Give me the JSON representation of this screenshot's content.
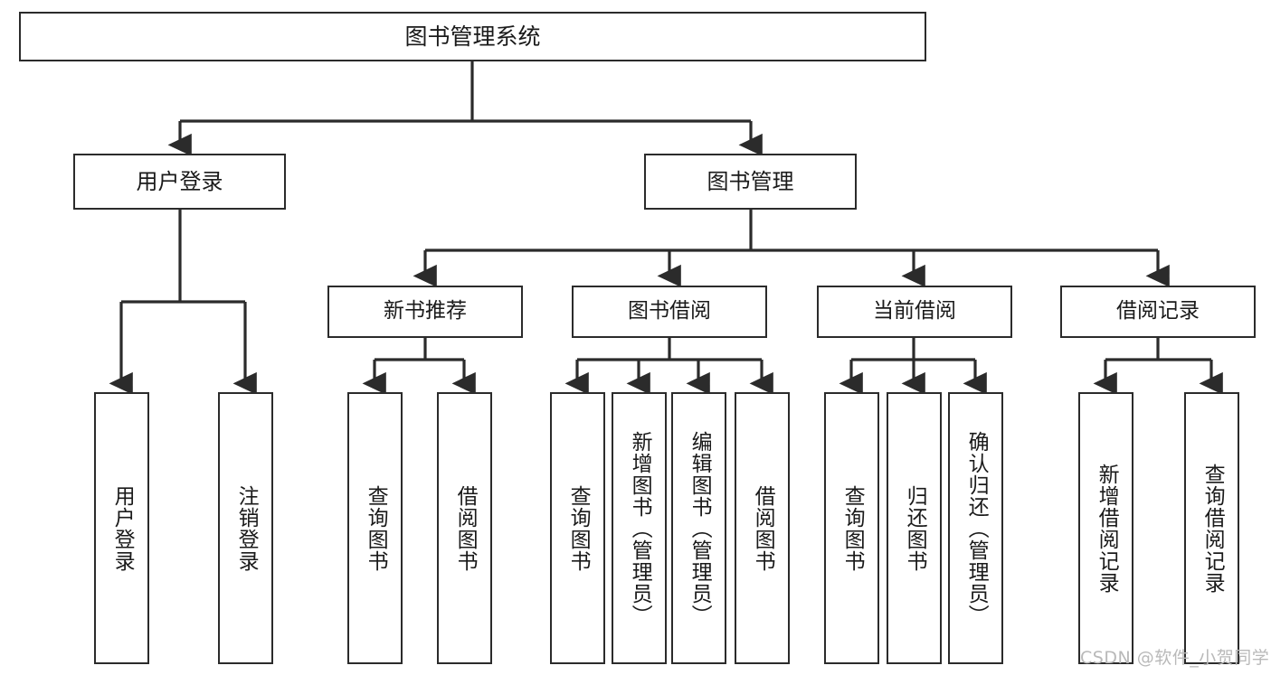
{
  "diagram": {
    "title": "图书管理系统",
    "type": "function-structure-tree",
    "root": {
      "id": "root",
      "label": "图书管理系统"
    },
    "level2": [
      {
        "id": "user-login",
        "label": "用户登录"
      },
      {
        "id": "book-management",
        "label": "图书管理"
      }
    ],
    "level3": [
      {
        "id": "new-book-recommend",
        "label": "新书推荐"
      },
      {
        "id": "book-borrow",
        "label": "图书借阅"
      },
      {
        "id": "current-borrow",
        "label": "当前借阅"
      },
      {
        "id": "borrow-record",
        "label": "借阅记录"
      }
    ],
    "leaves": [
      {
        "id": "leaf-user-login",
        "label": "用户登录",
        "parent": "user-login"
      },
      {
        "id": "leaf-logout-login",
        "label": "注销登录",
        "parent": "user-login"
      },
      {
        "id": "leaf-query-book-1",
        "label": "查询图书",
        "parent": "new-book-recommend"
      },
      {
        "id": "leaf-borrow-book-1",
        "label": "借阅图书",
        "parent": "new-book-recommend"
      },
      {
        "id": "leaf-query-book-2",
        "label": "查询图书",
        "parent": "book-borrow"
      },
      {
        "id": "leaf-add-book",
        "label": "新增图书（管理员）",
        "parent": "book-borrow"
      },
      {
        "id": "leaf-edit-book",
        "label": "编辑图书（管理员）",
        "parent": "book-borrow"
      },
      {
        "id": "leaf-borrow-book-2",
        "label": "借阅图书",
        "parent": "book-borrow"
      },
      {
        "id": "leaf-query-book-3",
        "label": "查询图书",
        "parent": "current-borrow"
      },
      {
        "id": "leaf-return-book",
        "label": "归还图书",
        "parent": "current-borrow"
      },
      {
        "id": "leaf-confirm-return",
        "label": "确认归还（管理员）",
        "parent": "current-borrow"
      },
      {
        "id": "leaf-add-record",
        "label": "新增借阅记录",
        "parent": "borrow-record"
      },
      {
        "id": "leaf-query-record",
        "label": "查询借阅记录",
        "parent": "borrow-record"
      }
    ]
  },
  "watermark": {
    "text": "CSDN @软件_小贺同学"
  },
  "colors": {
    "border": "#2b2b2b",
    "background": "#ffffff",
    "text": "#1a1a1a",
    "watermark": "#b9b9b9"
  }
}
